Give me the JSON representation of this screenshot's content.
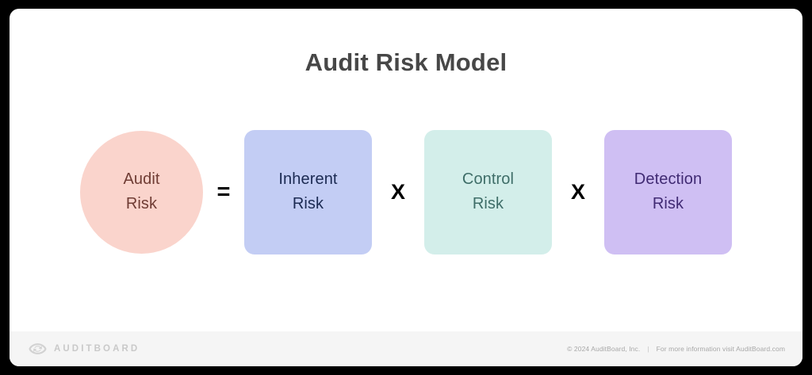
{
  "card": {
    "title": "Audit Risk Model"
  },
  "equation": {
    "terms": [
      {
        "name": "audit-risk",
        "shape": "circle",
        "lines": [
          "Audit",
          "Risk"
        ],
        "fill": "#fad4cc",
        "text_color": "#6f3c34"
      },
      {
        "name": "inherent-risk",
        "shape": "rounded-square",
        "lines": [
          "Inherent",
          "Risk"
        ],
        "fill": "#c3cdf4",
        "text_color": "#1b2a52"
      },
      {
        "name": "control-risk",
        "shape": "rounded-square",
        "lines": [
          "Control",
          "Risk"
        ],
        "fill": "#d3eeea",
        "text_color": "#3e6d68"
      },
      {
        "name": "detection-risk",
        "shape": "rounded-square",
        "lines": [
          "Detection",
          "Risk"
        ],
        "fill": "#cfbff3",
        "text_color": "#402a73"
      }
    ],
    "operators": {
      "equals": "=",
      "multiply_1": "X",
      "multiply_2": "X"
    }
  },
  "footer": {
    "logo_icon": "auditboard-lens-logo-icon",
    "brand_name": "AUDITBOARD",
    "copyright": "© 2024  AuditBoard, Inc.",
    "separator": "|",
    "info": "For more information visit AuditBoard.com"
  },
  "colors": {
    "frame": "#000000",
    "card_background": "#ffffff",
    "title_text": "#474747",
    "footer_background": "#f5f5f5",
    "operator": "#000000"
  }
}
